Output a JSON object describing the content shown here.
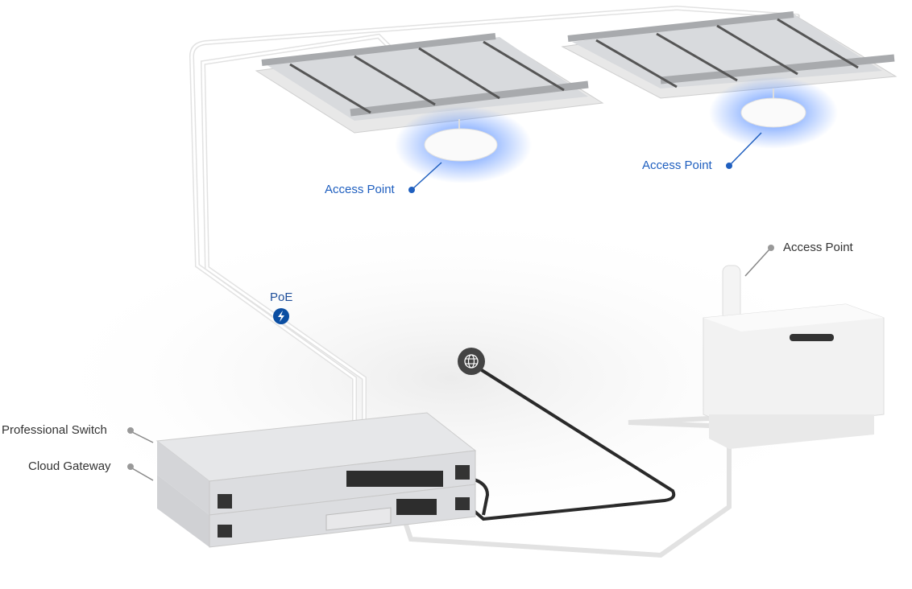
{
  "labels": {
    "access_point_1": "Access Point",
    "access_point_2": "Access Point",
    "access_point_3": "Access Point",
    "poe": "PoE",
    "professional_switch": "Professional Switch",
    "cloud_gateway": "Cloud Gateway"
  },
  "icons": {
    "poe": "lightning-bolt-icon",
    "internet": "globe-icon"
  },
  "colors": {
    "accent_blue": "#1f5fbf",
    "poe_badge": "#0b4ea2",
    "globe_badge": "#444444",
    "glow": "#3a7bff"
  }
}
